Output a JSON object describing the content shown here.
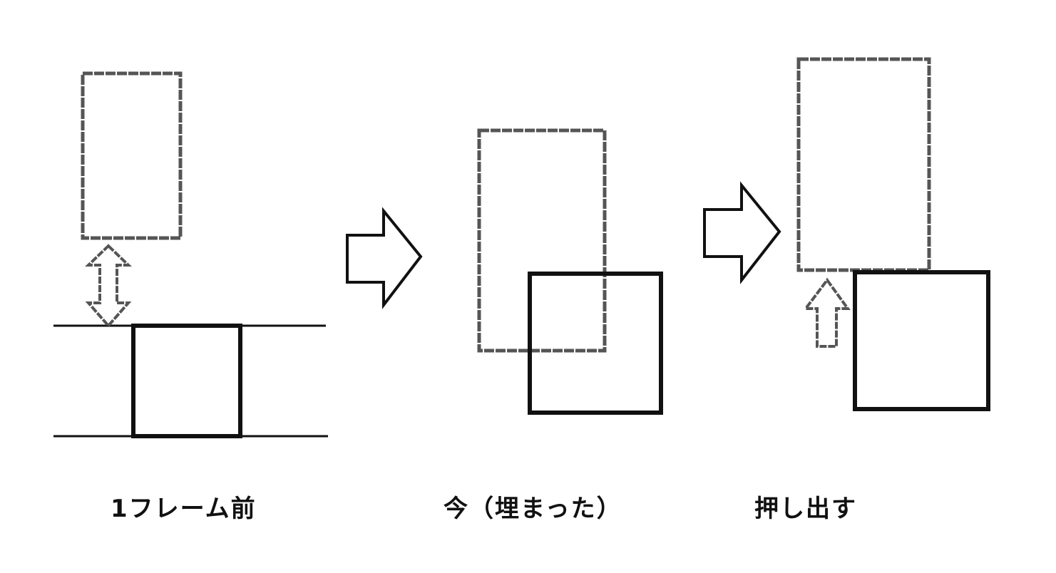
{
  "captions": {
    "before": "1フレーム前",
    "now": "今（埋まった）",
    "push_out": "押し出す"
  },
  "colors": {
    "background": "#ffffff",
    "stroke": "#111111",
    "light_stroke": "#555555"
  }
}
